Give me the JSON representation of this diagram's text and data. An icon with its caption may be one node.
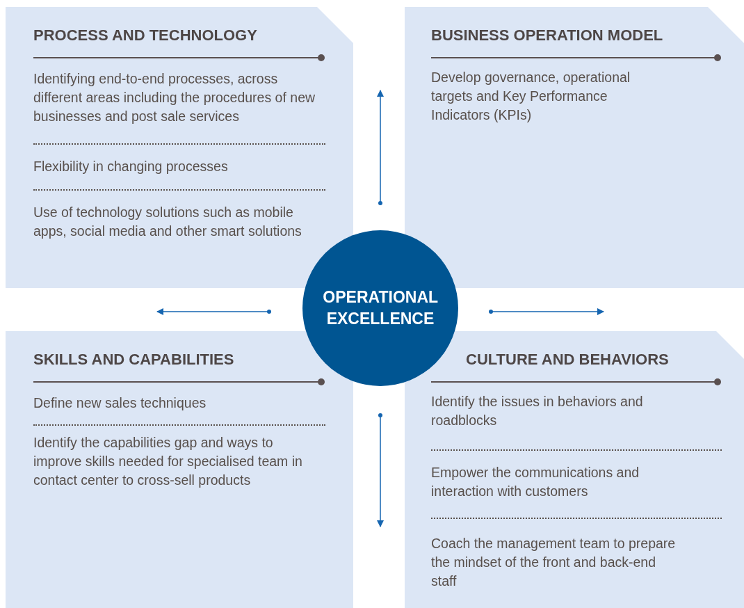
{
  "diagram": {
    "nodes": [
      {
        "text": [
          "PROCESS AND TECHNOLOGY",
          "Identifying end-to-end processes, across different areas including the procedures of new businesses and post sale services",
          "Flexibility in changing processes",
          "Use of technology solutions such as mobile apps, social media and other smart solutions"
        ]
      },
      {
        "text": [
          "BUSINESS OPERATION MODEL",
          "Develop governance, operational targets and Key Performance Indicators (KPIs)"
        ]
      },
      {
        "text": [
          "OPERATIONAL EXCELLENCE"
        ]
      },
      {
        "text": [
          "SKILLS AND CAPABILITIES",
          "Define new sales techniques",
          "Identify the capabilities gap and ways to improve skills needed for specialised team in contact center to cross-sell products"
        ]
      },
      {
        "text": [
          "CULTURE AND BEHAVIORS",
          "Identify the issues in behaviors and roadblocks",
          "Empower the communications and interaction with customers",
          "Coach the management team to prepare the mindset of the front and back-end staff"
        ]
      }
    ],
    "edges": []
  }
}
